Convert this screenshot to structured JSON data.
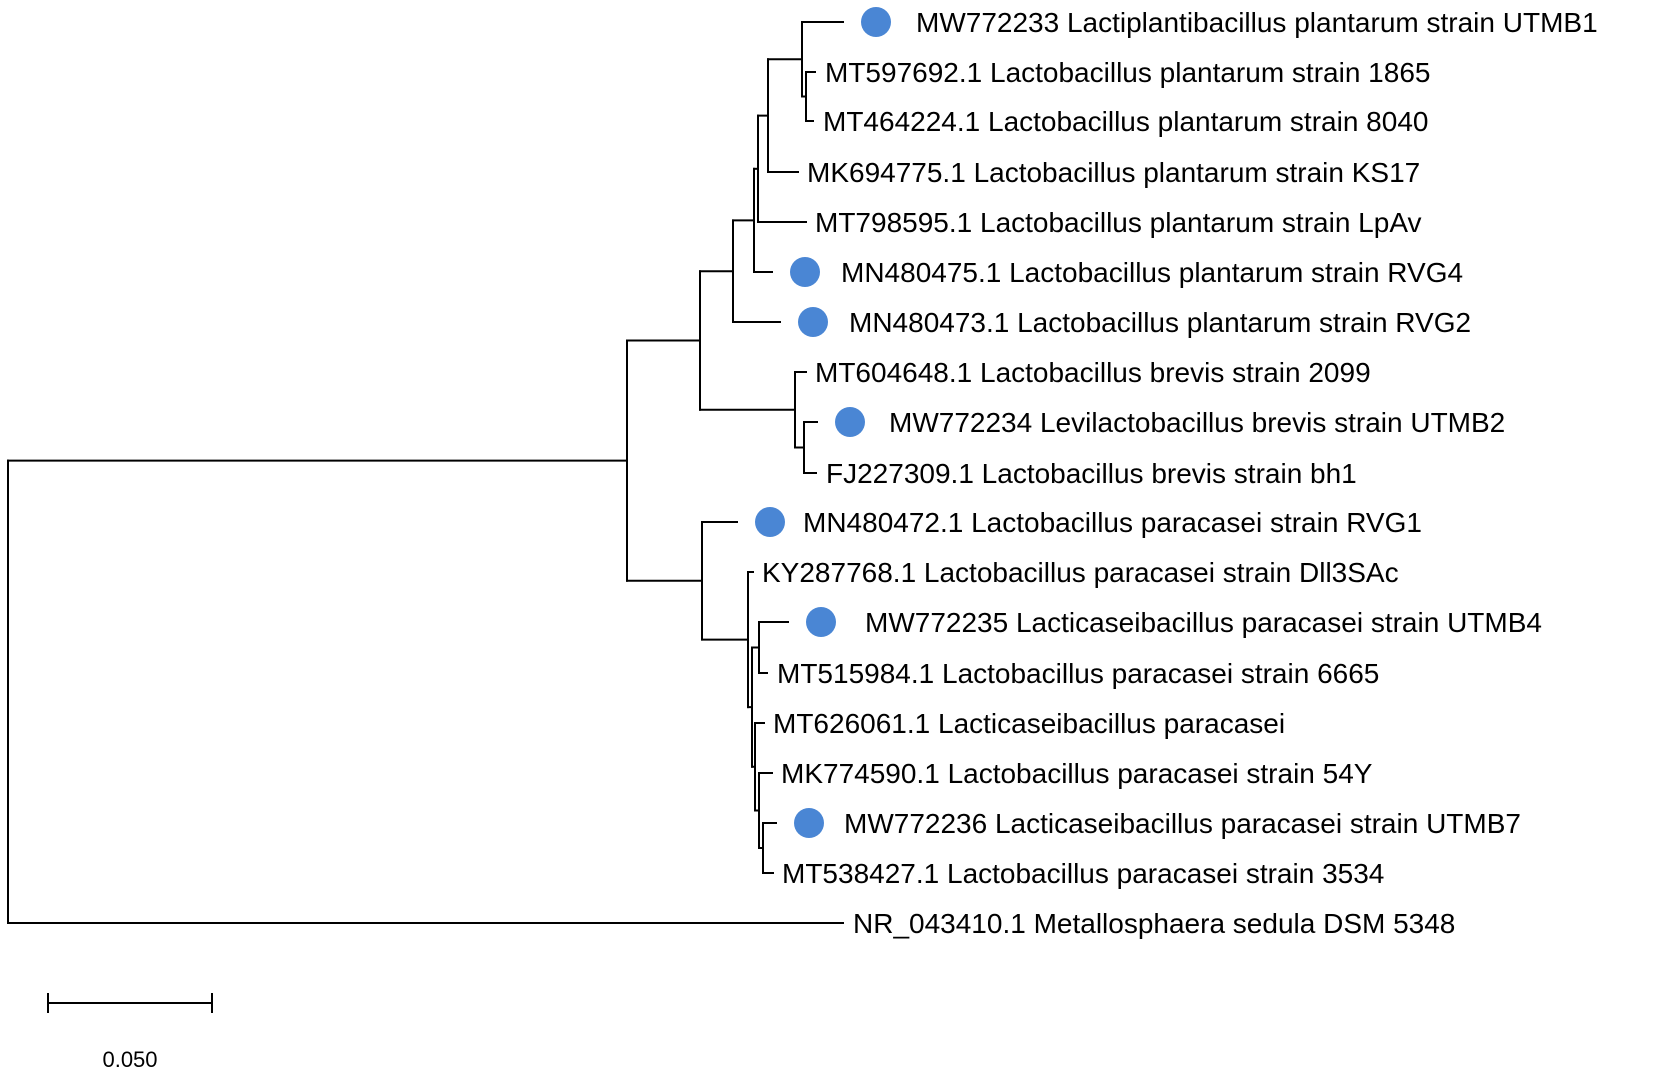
{
  "diagram": {
    "type": "phylogenetic-tree",
    "marker_color": "#4a86d4",
    "leaves": [
      {
        "id": "l1",
        "label": "MW772233 Lactiplantibacillus plantarum strain UTMB1",
        "marked": true
      },
      {
        "id": "l2",
        "label": "MT597692.1 Lactobacillus plantarum strain 1865",
        "marked": false
      },
      {
        "id": "l3",
        "label": "MT464224.1 Lactobacillus plantarum strain 8040",
        "marked": false
      },
      {
        "id": "l4",
        "label": "MK694775.1 Lactobacillus plantarum strain KS17",
        "marked": false
      },
      {
        "id": "l5",
        "label": "MT798595.1 Lactobacillus plantarum strain LpAv",
        "marked": false
      },
      {
        "id": "l6",
        "label": "MN480475.1 Lactobacillus plantarum strain RVG4",
        "marked": true
      },
      {
        "id": "l7",
        "label": "MN480473.1 Lactobacillus plantarum strain RVG2",
        "marked": true
      },
      {
        "id": "l8",
        "label": "MT604648.1 Lactobacillus brevis strain 2099",
        "marked": false
      },
      {
        "id": "l9",
        "label": "MW772234 Levilactobacillus brevis strain UTMB2",
        "marked": true
      },
      {
        "id": "l10",
        "label": "FJ227309.1 Lactobacillus brevis strain bh1",
        "marked": false
      },
      {
        "id": "l11",
        "label": "MN480472.1 Lactobacillus paracasei strain RVG1",
        "marked": true
      },
      {
        "id": "l12",
        "label": "KY287768.1 Lactobacillus paracasei strain Dll3SAc",
        "marked": false
      },
      {
        "id": "l13",
        "label": "MW772235 Lacticaseibacillus paracasei strain UTMB4",
        "marked": true
      },
      {
        "id": "l14",
        "label": "MT515984.1 Lactobacillus paracasei strain 6665",
        "marked": false
      },
      {
        "id": "l15",
        "label": "MT626061.1 Lacticaseibacillus paracasei",
        "marked": false
      },
      {
        "id": "l16",
        "label": "MK774590.1 Lactobacillus paracasei strain 54Y",
        "marked": false
      },
      {
        "id": "l17",
        "label": "MW772236 Lacticaseibacillus paracasei strain UTMB7",
        "marked": true
      },
      {
        "id": "l18",
        "label": "MT538427.1 Lactobacillus paracasei strain 3534",
        "marked": false
      },
      {
        "id": "l19",
        "label": "NR_043410.1 Metallosphaera sedula DSM 5348",
        "marked": false
      }
    ],
    "scale_bar": {
      "label": "0.050",
      "value": 0.05
    }
  }
}
